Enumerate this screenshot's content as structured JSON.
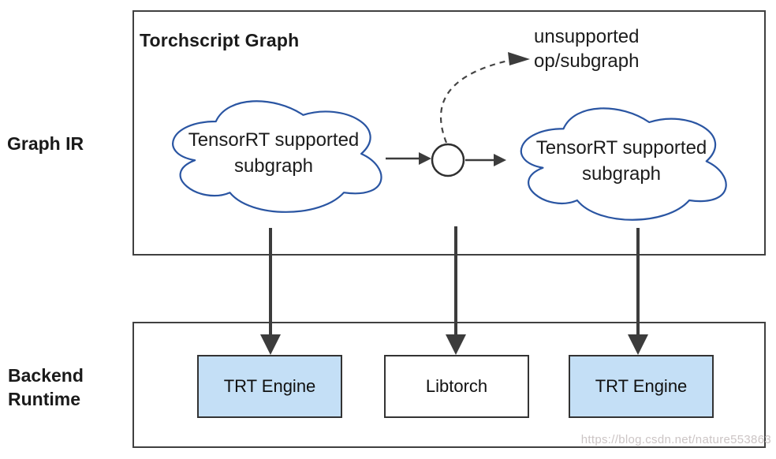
{
  "diagram": {
    "side_labels": {
      "graph_ir": "Graph IR",
      "backend_line1": "Backend",
      "backend_line2": "Runtime"
    },
    "torchscript_panel": {
      "title": "Torchscript Graph",
      "left_cloud": {
        "line1": "TensorRT supported",
        "line2": "subgraph"
      },
      "right_cloud": {
        "line1": "TensorRT supported",
        "line2": "subgraph"
      },
      "unsupported_note": {
        "line1": "unsupported",
        "line2": "op/subgraph"
      }
    },
    "backend_panel": {
      "engines": [
        {
          "label": "TRT Engine"
        },
        {
          "label": "Libtorch"
        },
        {
          "label": "TRT Engine"
        }
      ]
    },
    "watermark": "https://blog.csdn.net/nature553863",
    "colors": {
      "cloud_stroke": "#2a55a2",
      "engine_fill": "#c4dff6",
      "line": "#3c3c3c",
      "border": "#404040",
      "text": "#1a1a1a",
      "watermark": "#ccc5c5"
    }
  }
}
